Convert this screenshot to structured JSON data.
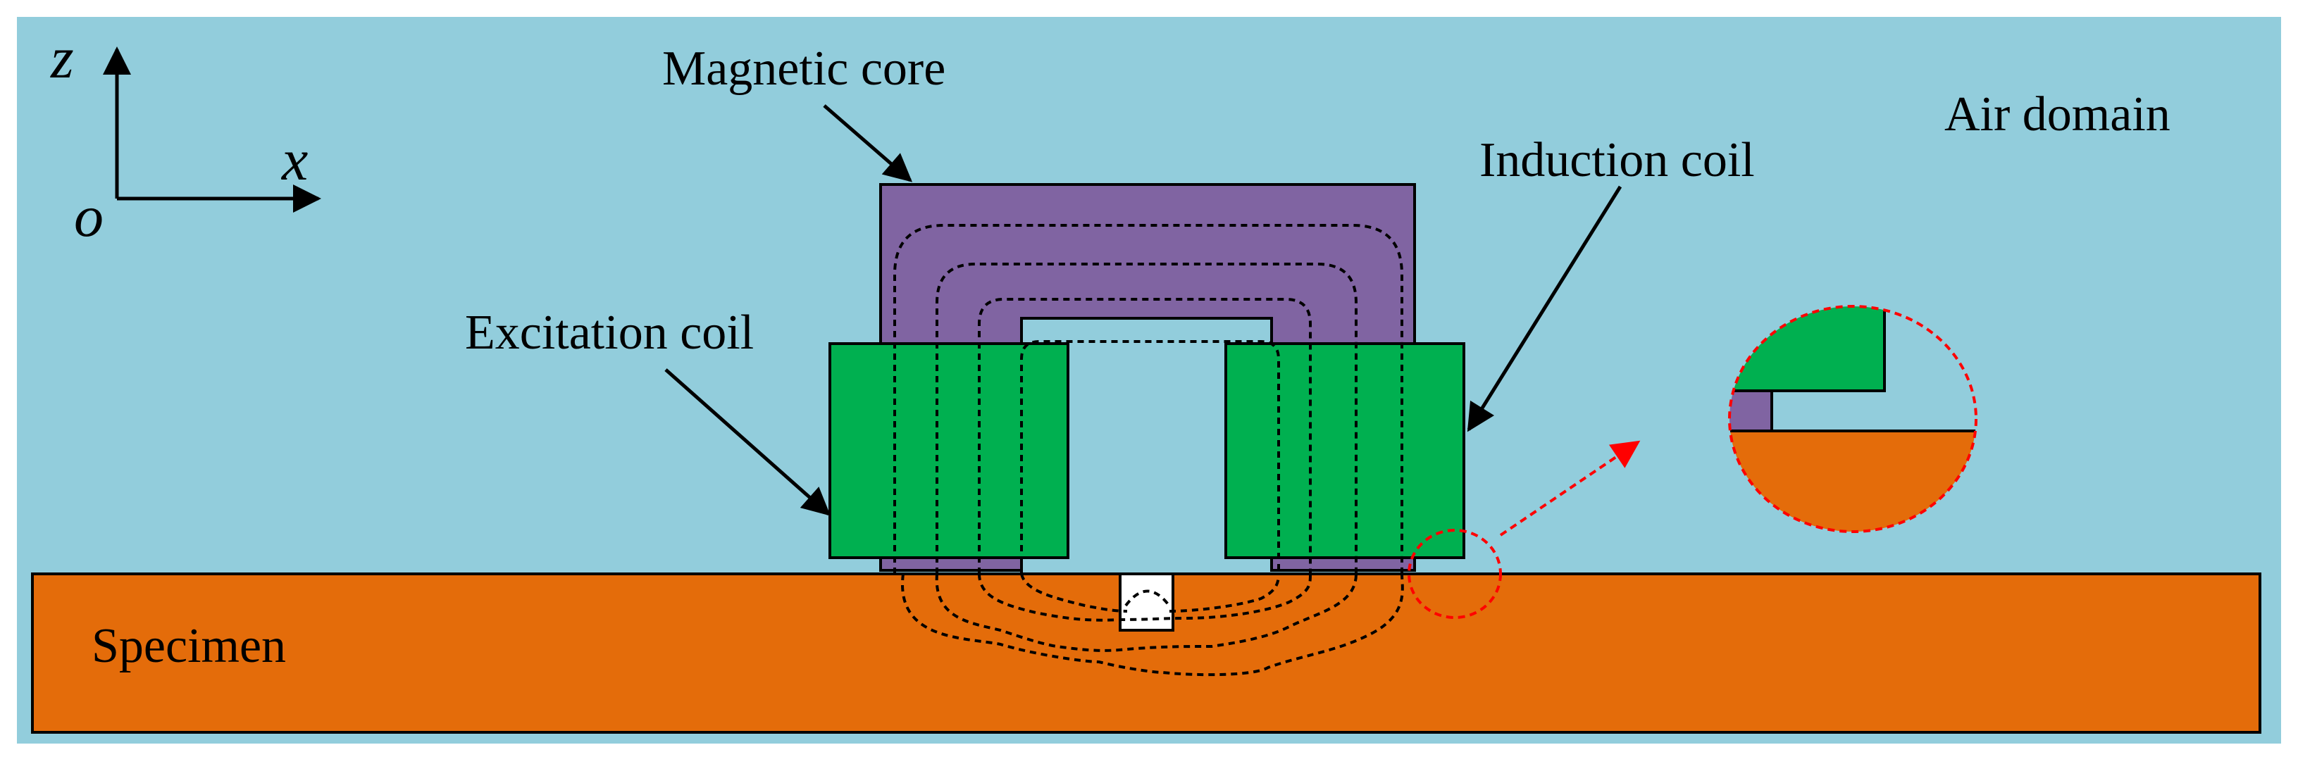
{
  "labels": {
    "magnetic_core": "Magnetic core",
    "induction_coil": "Induction coil",
    "excitation_coil": "Excitation coil",
    "air_domain": "Air domain",
    "specimen": "Specimen"
  },
  "axes": {
    "z": "z",
    "x": "x",
    "origin": "o"
  },
  "colors": {
    "air": "#92CDDC",
    "core": "#8064A2",
    "coil": "#00B050",
    "specimen": "#E46C0A",
    "defect": "#FFFFFF",
    "zoom_highlight": "#FF0000",
    "flux_lines": "#000000"
  }
}
